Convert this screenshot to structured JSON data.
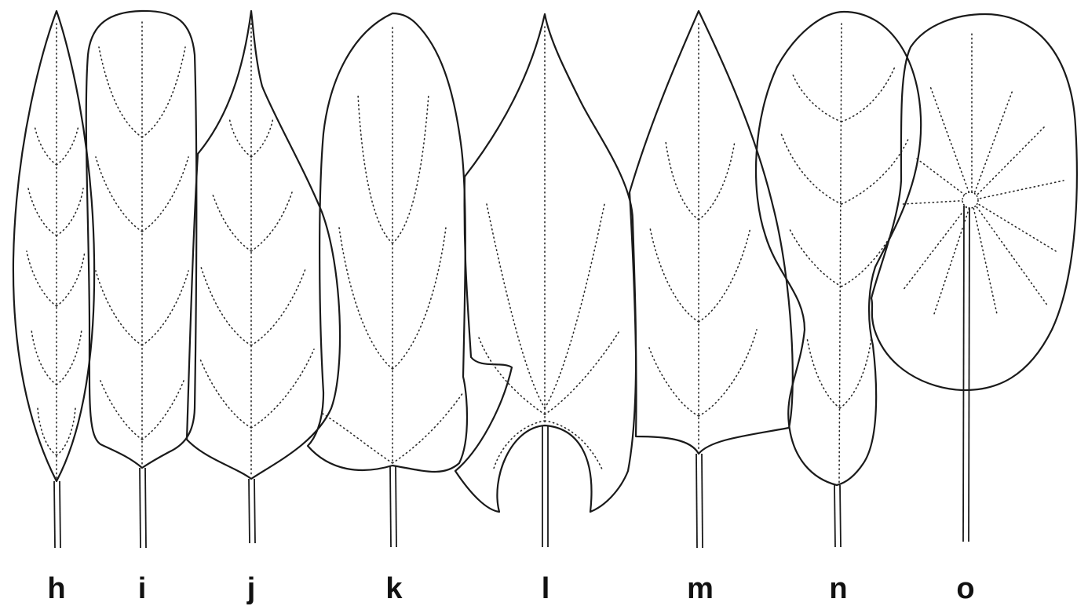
{
  "figure": {
    "leaves": [
      {
        "id": "h",
        "label": "h"
      },
      {
        "id": "i",
        "label": "i"
      },
      {
        "id": "j",
        "label": "j"
      },
      {
        "id": "k",
        "label": "k"
      },
      {
        "id": "l",
        "label": "l"
      },
      {
        "id": "m",
        "label": "m"
      },
      {
        "id": "n",
        "label": "n"
      },
      {
        "id": "o",
        "label": "o"
      }
    ]
  }
}
